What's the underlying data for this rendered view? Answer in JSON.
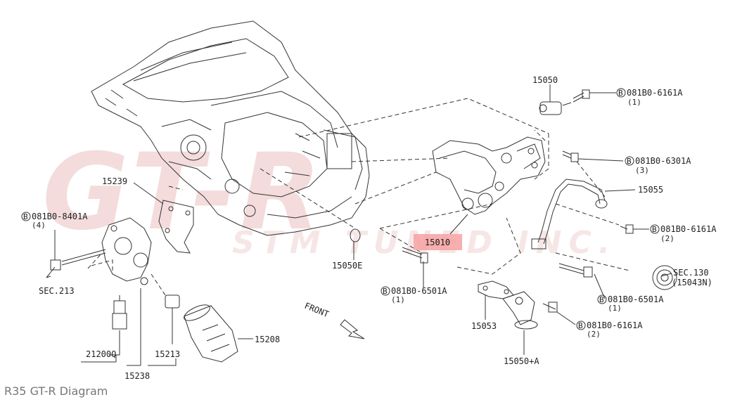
{
  "caption": "R35 GT-R Diagram",
  "watermark": {
    "big": "GT-R",
    "small": "STM TUNED INC."
  },
  "labels": {
    "l15050": "15050",
    "l15055": "15055",
    "l15239": "15239",
    "l15010": "15010",
    "l15050e": "15050E",
    "l15053": "15053",
    "l15050a": "15050+A",
    "l15208": "15208",
    "l15213": "15213",
    "l21200q": "21200Q",
    "l15238": "15238",
    "sec213": "SEC.213",
    "sec130": "SEC.130",
    "sec130sub": "(15043N)",
    "front": "FRONT"
  },
  "bolts": {
    "b1": {
      "part": "081B0-6161A",
      "qty": "(1)"
    },
    "b2": {
      "part": "081B0-6301A",
      "qty": "(3)"
    },
    "b3": {
      "part": "081B0-6161A",
      "qty": "(2)"
    },
    "b4": {
      "part": "081B0-6501A",
      "qty": "(1)"
    },
    "b5": {
      "part": "081B0-6161A",
      "qty": "(2)"
    },
    "b6": {
      "part": "081B0-8401A",
      "qty": "(4)"
    },
    "b7": {
      "part": "081B0-6501A",
      "qty": "(1)"
    },
    "symbol": "B"
  },
  "colors": {
    "line": "#333333",
    "highlight": "#f6a1a1",
    "watermark": "#f4dcdc"
  }
}
